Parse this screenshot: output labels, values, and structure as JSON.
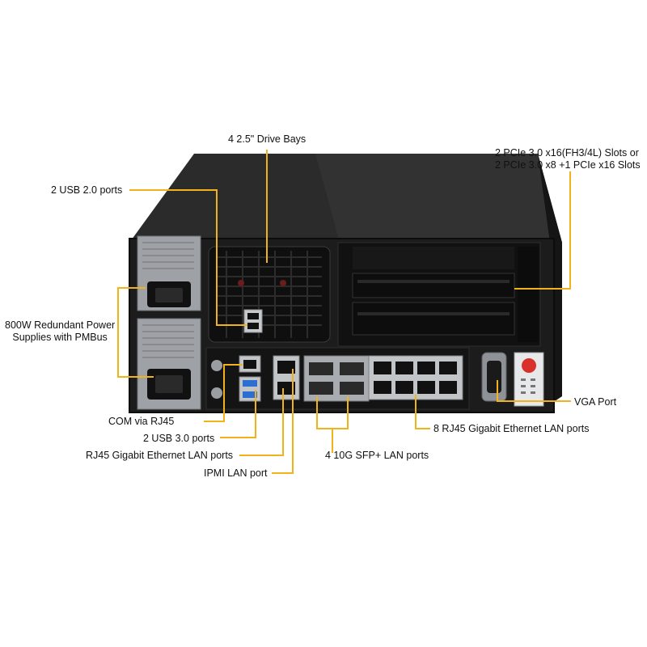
{
  "colors": {
    "leader_line": "#f2b21a",
    "chassis": "#1c1c1c",
    "chassis_top": "#2a2a2a",
    "port_metal": "#b9bcc0",
    "usb3_blue": "#2c6fd0",
    "power_button_red": "#d9302c"
  },
  "labels": {
    "drive_bays": "4 2.5\" Drive Bays",
    "pcie_line1": "2 PCIe 3.0 x16(FH3/4L) Slots or",
    "pcie_line2": "2 PCIe 3.0 x8 +1 PCIe x16 Slots",
    "usb2": "2 USB 2.0 ports",
    "psu_line1": "800W Redundant Power",
    "psu_line2": "Supplies with PMBus",
    "vga": "VGA Port",
    "com": "COM via RJ45",
    "rj45_8": "8 RJ45 Gigabit Ethernet LAN ports",
    "usb3": "2 USB 3.0 ports",
    "sfp": "4 10G SFP+ LAN ports",
    "rj45_gbe": "RJ45 Gigabit Ethernet LAN ports",
    "ipmi": "IPMI LAN port"
  }
}
